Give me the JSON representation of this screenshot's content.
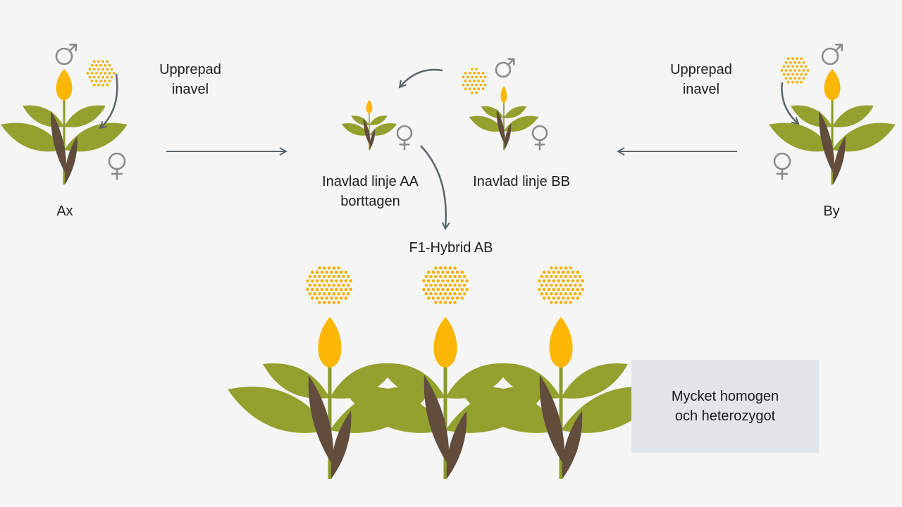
{
  "colors": {
    "background": "#f5f5f5",
    "leaf_green": "#93a22f",
    "stem_green": "#8a9a2c",
    "leaf_brown": "#624c3c",
    "bud_yellow": "#fbb704",
    "pollen": "#f4b20e",
    "symbol_gray": "#8c8c8c",
    "arrow_gray": "#5d6468",
    "note_bg": "#e3e6e9"
  },
  "icons": [
    "male-symbol-icon",
    "female-symbol-icon",
    "pollen-dots-icon",
    "plant-icon",
    "arrow-icon"
  ],
  "labels": {
    "parent_a": "Ax",
    "parent_b": "By",
    "repeat_left": "Upprepad\ninavel",
    "repeat_right": "Upprepad\ninavel",
    "line_aa": "Inavlad linje AA\nborttagen",
    "line_bb": "Inavlad linje BB",
    "f1": "F1-Hybrid AB",
    "note": "Mycket homogen\noch heterozygot"
  }
}
